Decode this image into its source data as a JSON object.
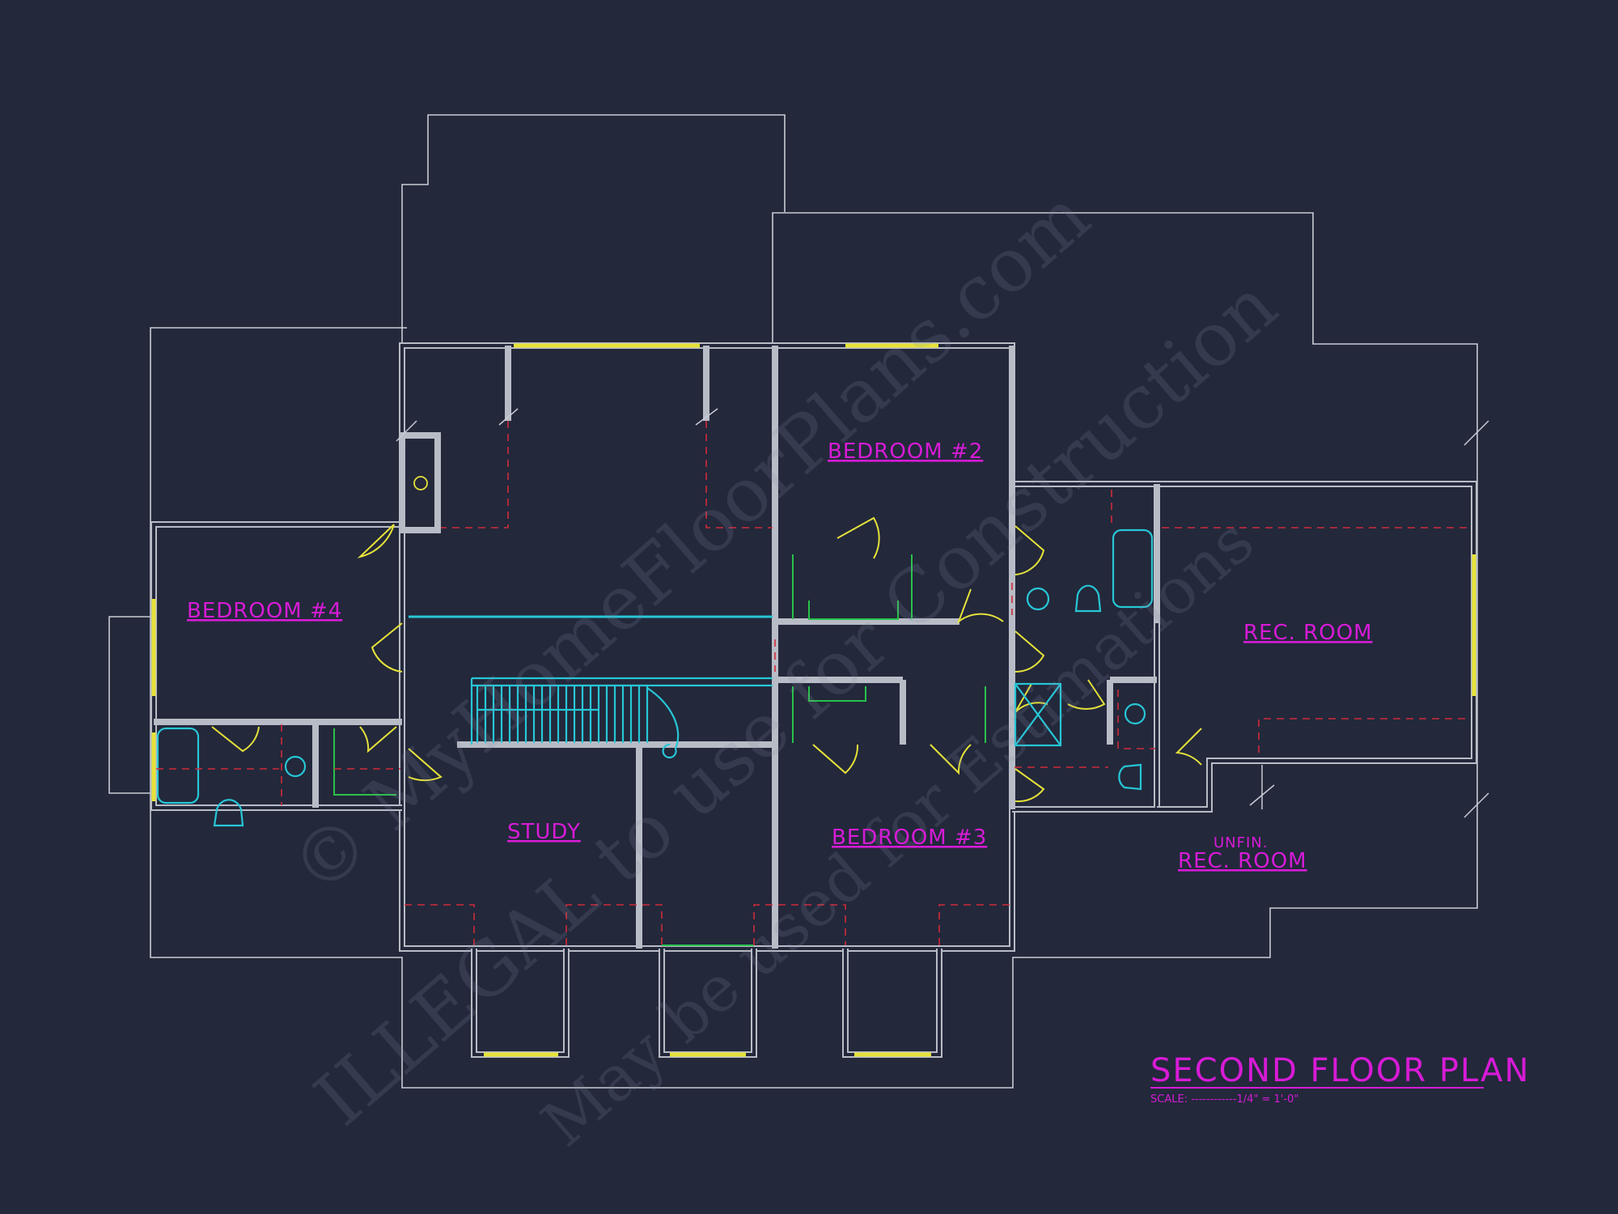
{
  "plan": {
    "title": "SECOND FLOOR PLAN",
    "scale": "SCALE: ------------1/4\" = 1'-0\"",
    "rooms": {
      "bedroom2": "BEDROOM #2",
      "bedroom3": "BEDROOM #3",
      "bedroom4": "BEDROOM #4",
      "study": "STUDY",
      "rec_room": "REC. ROOM",
      "unfin": "UNFIN.",
      "unfin_rec_room": "REC. ROOM"
    }
  },
  "watermark": {
    "line1": "© MyHomeFloorPlans.com",
    "line2": "ILLEGAL to use for Construction",
    "line3": "May be used for Estimations"
  },
  "colors": {
    "background": "#23283b",
    "labels": "#d71bd6",
    "walls": "#b8bcc6",
    "windows": "#e6e23a",
    "fixtures": "#27c7d6",
    "hidden_lines": "#d02a3a",
    "shelving": "#29c24a"
  }
}
